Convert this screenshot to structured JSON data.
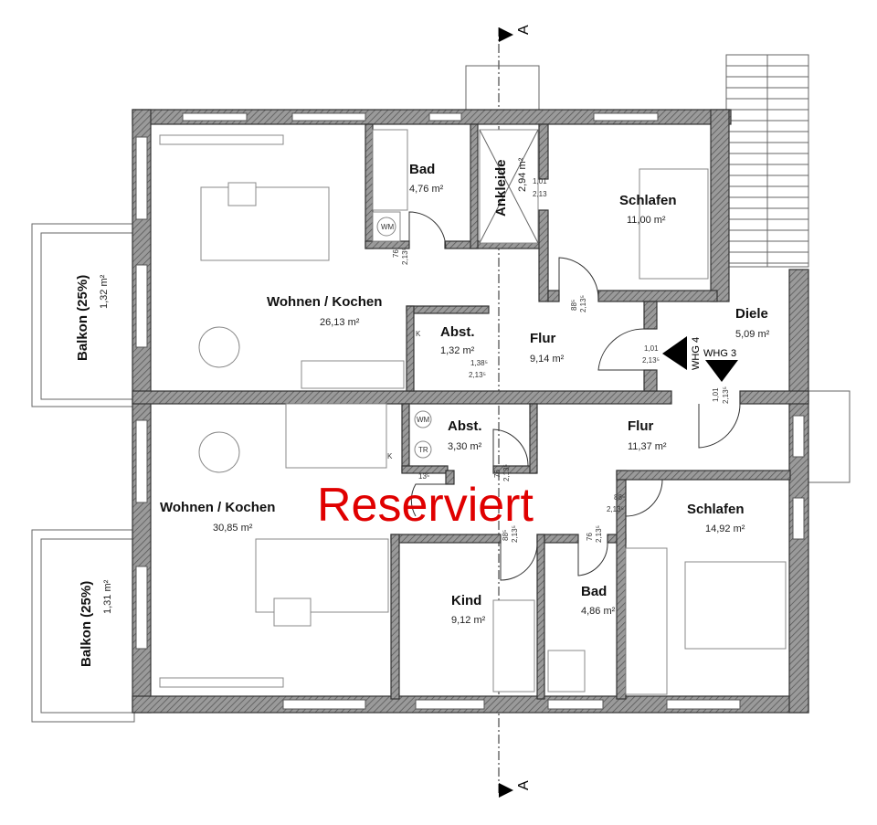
{
  "plan": {
    "section_marker": "A",
    "watermark": "Reserviert",
    "accent_color": "#e00000",
    "rooms": {
      "bad1": {
        "name": "Bad",
        "area": "4,76 m²"
      },
      "ankleide": {
        "name": "Ankleide",
        "area": "2,94 m²"
      },
      "schlafen1": {
        "name": "Schlafen",
        "area": "11,00 m²"
      },
      "wohnen1": {
        "name": "Wohnen / Kochen",
        "area": "26,13 m²"
      },
      "abst1": {
        "name": "Abst.",
        "area": "1,32 m²"
      },
      "flur1": {
        "name": "Flur",
        "area": "9,14 m²"
      },
      "diele": {
        "name": "Diele",
        "area": "5,09 m²"
      },
      "balkon1": {
        "name": "Balkon (25%)",
        "area": "1,32 m²"
      },
      "abst2": {
        "name": "Abst.",
        "area": "3,30 m²"
      },
      "flur2": {
        "name": "Flur",
        "area": "11,37 m²"
      },
      "wohnen2": {
        "name": "Wohnen / Kochen",
        "area": "30,85 m²"
      },
      "schlafen2": {
        "name": "Schlafen",
        "area": "14,92 m²"
      },
      "kind": {
        "name": "Kind",
        "area": "9,12 m²"
      },
      "bad2": {
        "name": "Bad",
        "area": "4,86 m²"
      },
      "balkon2": {
        "name": "Balkon (25%)",
        "area": "1,31 m²"
      }
    },
    "units": {
      "whg4": "WHG 4",
      "whg3": "WHG 3"
    },
    "appliances": {
      "wm": "WM",
      "tr": "TR",
      "k": "K"
    },
    "door_dims": {
      "bad1": [
        "76",
        "2,13⁵"
      ],
      "ankleide": [
        "1,01",
        "2,13"
      ],
      "schlafen1": [
        "88⁵",
        "2,13⁵"
      ],
      "abst1": [
        "1,38⁵",
        "2,13⁵"
      ],
      "whg4": [
        "1,01",
        "2,13⁵"
      ],
      "whg3": [
        "1,01",
        "2,13⁵"
      ],
      "abst2": [
        "76",
        "2,13⁵"
      ],
      "wohnen2": [
        "13⁵"
      ],
      "kind": [
        "88⁵",
        "2,13⁵"
      ],
      "bad2": [
        "76",
        "2,13⁵"
      ],
      "schlafen2": [
        "88⁵",
        "2,13⁵"
      ]
    }
  }
}
